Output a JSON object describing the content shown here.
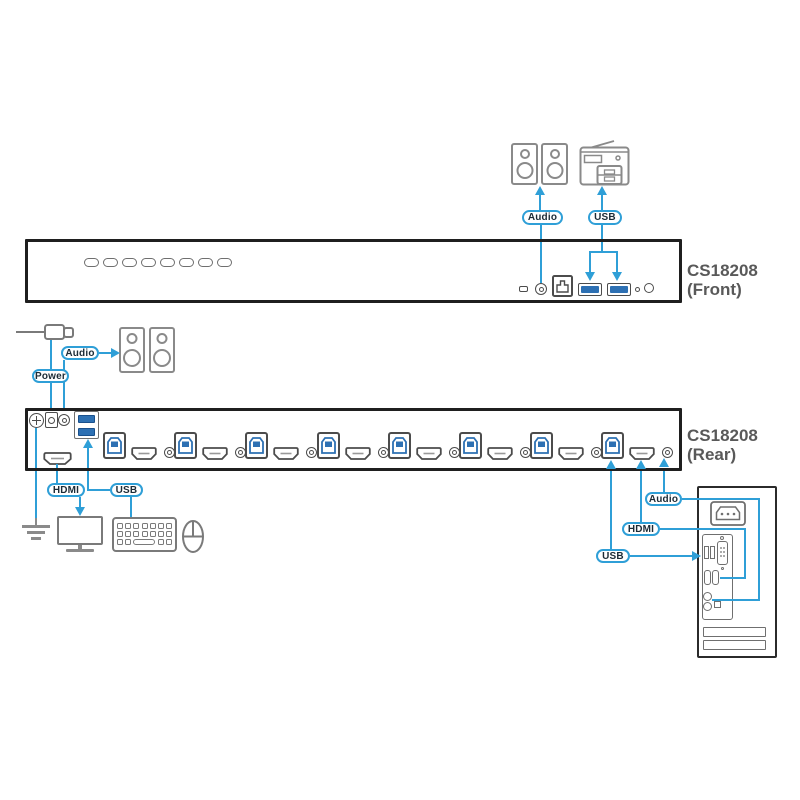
{
  "device": {
    "model": "CS18208",
    "front_view_label": "(Front)",
    "rear_view_label": "(Rear)"
  },
  "connection_labels": {
    "audio": "Audio",
    "usb": "USB",
    "hdmi": "HDMI",
    "power": "Power"
  },
  "front_panel": {
    "pushbuttons": 8,
    "ports": [
      "reset-switch",
      "audio-jack",
      "rj45-lan-port",
      "usb-port",
      "usb-port",
      "led",
      "power-button"
    ]
  },
  "rear_panel": {
    "kvm_port_sets": 8,
    "kvm_port_set_contents": [
      "usb-b-port",
      "hdmi-port",
      "audio-jack"
    ],
    "console_ports": [
      "grounding-terminal",
      "power-jack",
      "audio-jack",
      "dual-usb-console-ports",
      "hdmi-console-port"
    ]
  },
  "peripherals": [
    "speakers",
    "usb-radio-device",
    "speakers",
    "monitor",
    "keyboard",
    "mouse",
    "computer-tower",
    "power-cord",
    "ground"
  ],
  "colors": {
    "line_blue": "#2f9fd7",
    "port_blue": "#2d70b3",
    "panel_border": "#1f1f1f",
    "icon_gray": "#8a8a8a",
    "port_gray": "#4c4c4c",
    "label_gray": "#595959"
  }
}
